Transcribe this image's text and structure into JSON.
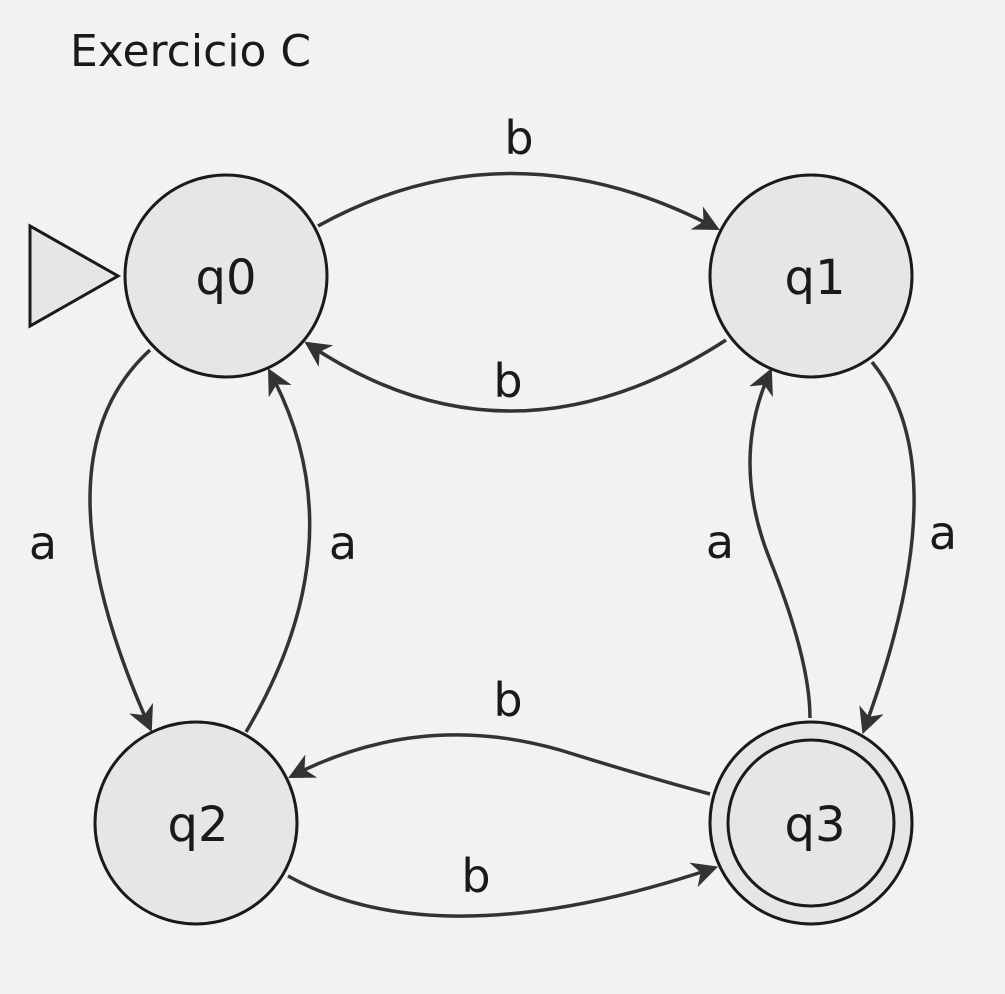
{
  "title": "Exercicio C",
  "states": {
    "q0": "q0",
    "q1": "q1",
    "q2": "q2",
    "q3": "q3"
  },
  "start_state": "q0",
  "accepting_states": [
    "q3"
  ],
  "transitions": [
    {
      "from": "q0",
      "to": "q1",
      "label": "b"
    },
    {
      "from": "q1",
      "to": "q0",
      "label": "b"
    },
    {
      "from": "q0",
      "to": "q2",
      "label": "a"
    },
    {
      "from": "q2",
      "to": "q0",
      "label": "a"
    },
    {
      "from": "q1",
      "to": "q3",
      "label": "a"
    },
    {
      "from": "q3",
      "to": "q1",
      "label": "a"
    },
    {
      "from": "q3",
      "to": "q2",
      "label": "b"
    },
    {
      "from": "q2",
      "to": "q3",
      "label": "b"
    }
  ]
}
